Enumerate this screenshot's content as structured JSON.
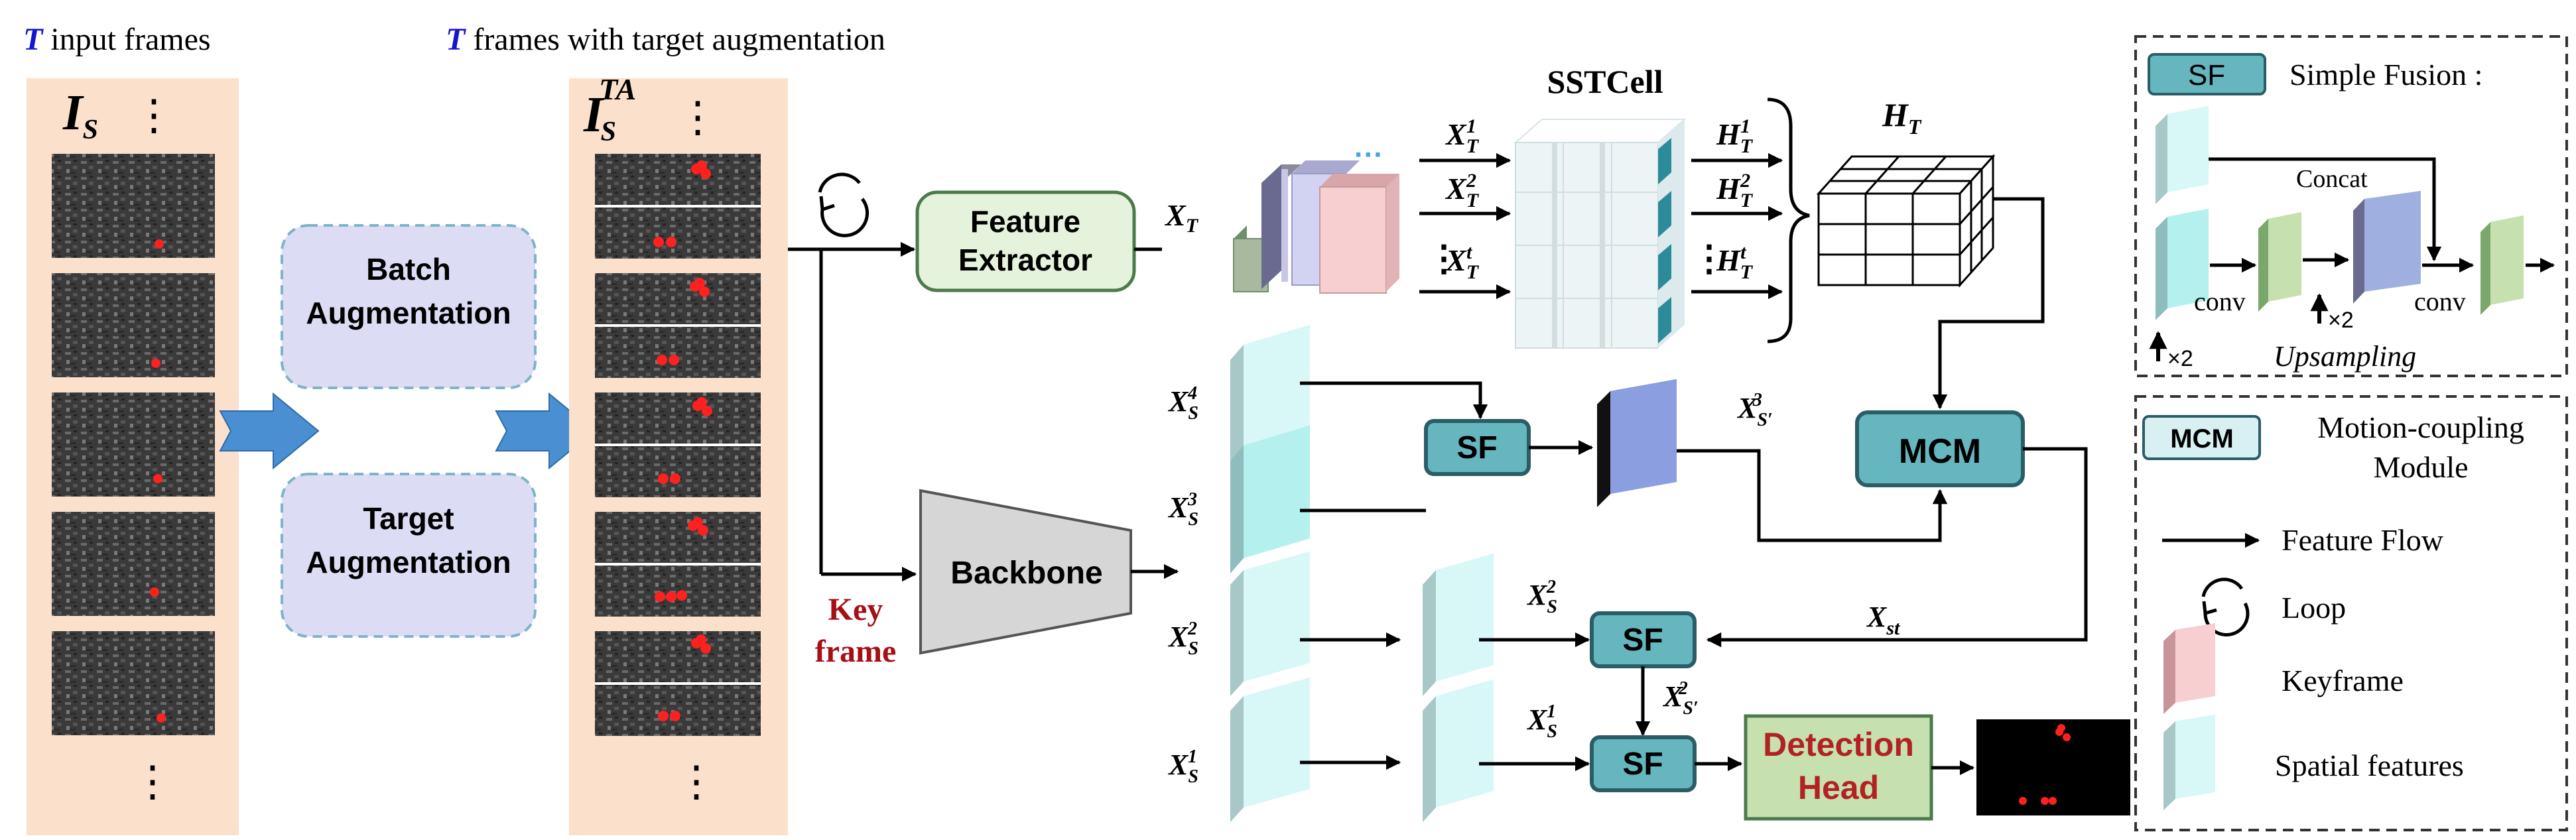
{
  "colors": {
    "peach": "#fbe0cc",
    "aug_box": "#dcdcf5",
    "aug_border": "#7fb3c8",
    "fe_box": "#e6f3dc",
    "fe_border": "#4c7a4c",
    "teal": "#66b6bf",
    "teal_border": "#2a5d66",
    "det_box": "#c6e0b0",
    "det_text": "#b22222",
    "keyframe_text": "#a50f15",
    "cyan_face": "#d8f7f7",
    "cyan_side": "#a8c8c8",
    "pink_face": "#f8cfd0",
    "purple_face": "#d2d2f2",
    "blue_arrow": "#4a8fd2",
    "blue_T": "#1515d0"
  },
  "inputs": {
    "T_letter": "T",
    "input_frames_label": " input frames",
    "ta_frames_label": " frames with target augmentation",
    "Is_base": "I",
    "Is_sub": "S",
    "Ista_base": "I",
    "Ista_sub": "S",
    "Ista_sup": "TA",
    "vdots": "⋮"
  },
  "augmentation": {
    "batch_line1": "Batch",
    "batch_line2": "Augmentation",
    "target_line1": "Target",
    "target_line2": "Augmentation"
  },
  "pipeline": {
    "key_frame_line1": "Key",
    "key_frame_line2": "frame",
    "feature_extractor_line1": "Feature",
    "feature_extractor_line2": "Extractor",
    "backbone": "Backbone",
    "sstcell": "SSTCell",
    "mcm": "MCM",
    "sf": "SF",
    "detection_head_line1": "Detection",
    "detection_head_line2": "Head",
    "dots": "···"
  },
  "math": {
    "X": "X",
    "H": "H",
    "T": "T",
    "S": "S",
    "Sp": "S′",
    "st": "st",
    "sup1": "1",
    "sup2": "2",
    "sup3": "3",
    "sup4": "4",
    "supt": "t"
  },
  "legend": {
    "sf_badge": "SF",
    "sf_title": "Simple Fusion :",
    "concat": "Concat",
    "conv": "conv",
    "upsampling": "Upsampling",
    "x2": "×2",
    "mcm_badge": "MCM",
    "mcm_line1": "Motion-coupling",
    "mcm_line2": "Module",
    "feature_flow": "Feature Flow",
    "loop": "Loop",
    "keyframe": "Keyframe",
    "spatial_features": "Spatial features"
  }
}
